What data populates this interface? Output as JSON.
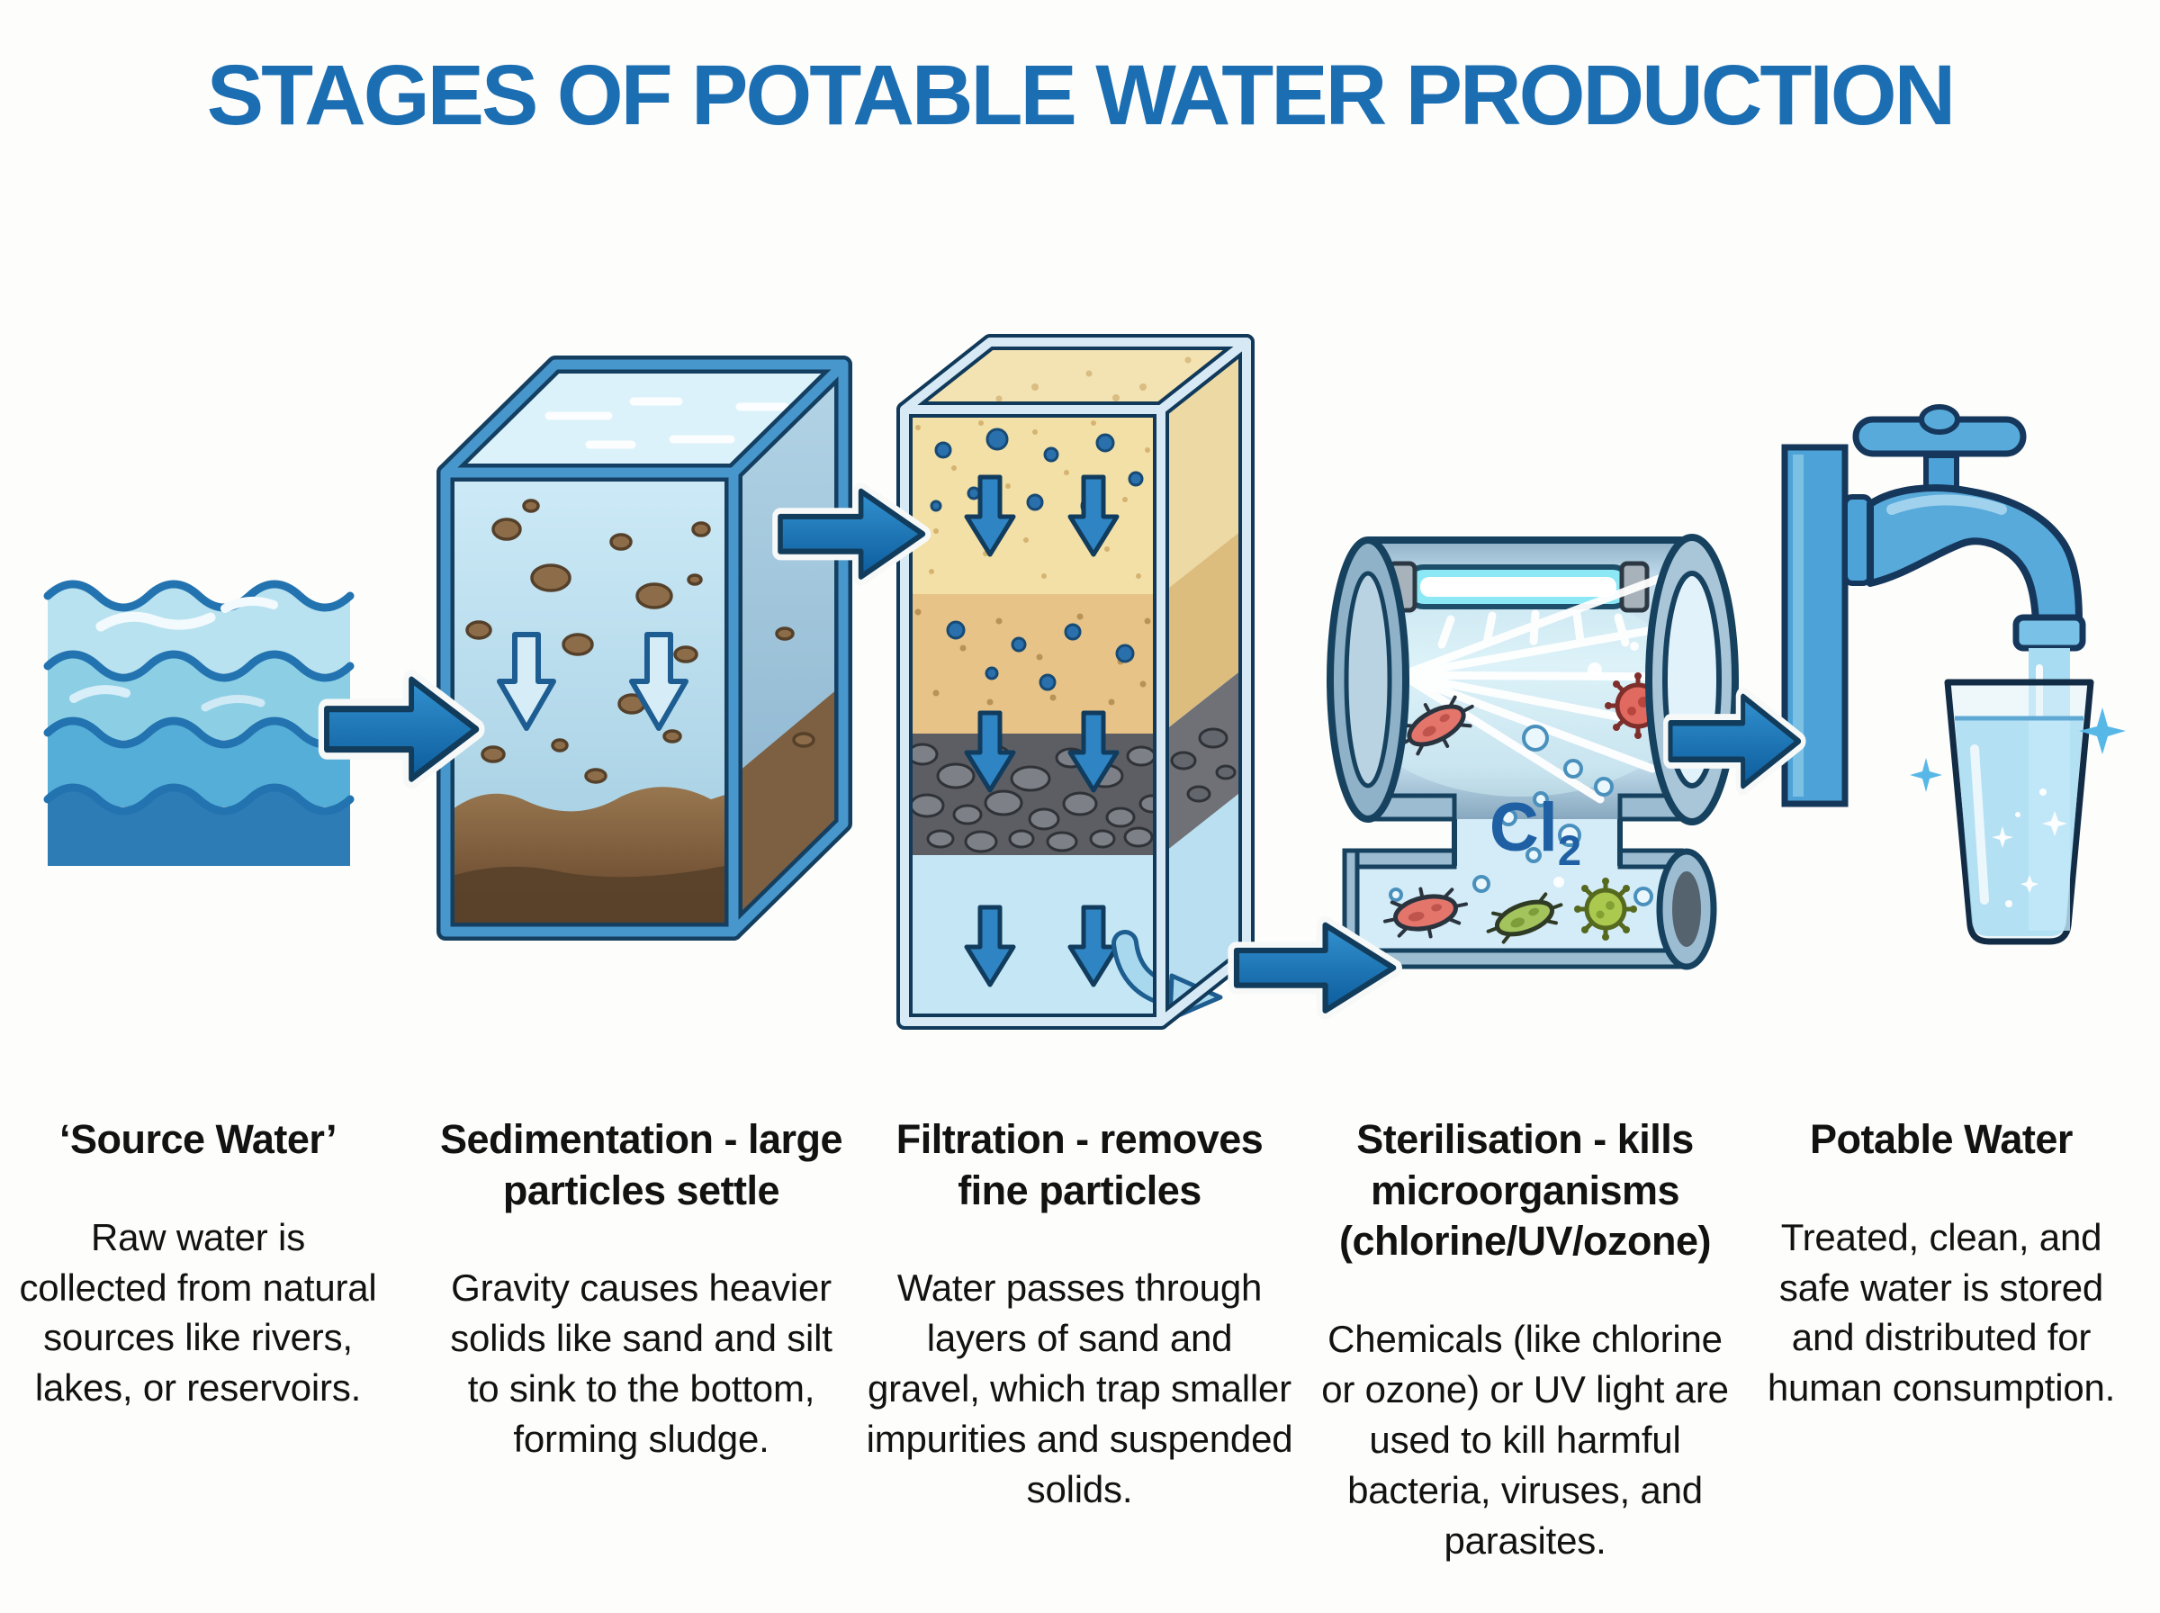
{
  "title": "STAGES OF POTABLE WATER PRODUCTION",
  "chem_label": {
    "symbol": "Cl",
    "subscript": "2"
  },
  "stages": [
    {
      "id": "source-water",
      "heading": "‘Source Water’",
      "description": "Raw water is collected from natural sources like rivers, lakes, or reservoirs.",
      "figure": "river-waves"
    },
    {
      "id": "sedimentation",
      "heading": "Sedimentation - large particles settle",
      "description": "Gravity causes heavier solids like sand and silt to sink to the bottom, forming sludge.",
      "figure": "settling-tank"
    },
    {
      "id": "filtration",
      "heading": "Filtration - removes fine particles",
      "description": "Water passes through layers of sand and gravel, which trap smaller impurities and suspended solids.",
      "figure": "sand-gravel-filter"
    },
    {
      "id": "sterilisation",
      "heading": "Sterilisation - kills microorganisms (chlorine/UV/ozone)",
      "description": "Chemicals (like chlorine or ozone) or UV light are used to kill harmful bacteria, viruses, and parasites.",
      "figure": "uv-chlorine-chamber"
    },
    {
      "id": "potable-water",
      "heading": "Potable Water",
      "description": "Treated, clean, and safe water is stored and distributed for human consumption.",
      "figure": "tap-and-glass"
    }
  ],
  "colors": {
    "title_blue": "#1c6eb3",
    "arrow_blue": "#1f7ab8",
    "arrow_outline": "#123c5c",
    "water_light": "#b7e1f0",
    "water_deep": "#2e7cb5",
    "tank_frame_blue": "#4796cc",
    "sludge_brown": "#6e5138",
    "sand_yellow": "#f0dfa6",
    "gravel_gray": "#5c5e64",
    "uv_cyan": "#8ce8f4",
    "bacteria_red": "#e2736a",
    "microbe_green": "#9dc152",
    "faucet_blue": "#58aadb",
    "cl_label_blue": "#1f5fa3"
  }
}
